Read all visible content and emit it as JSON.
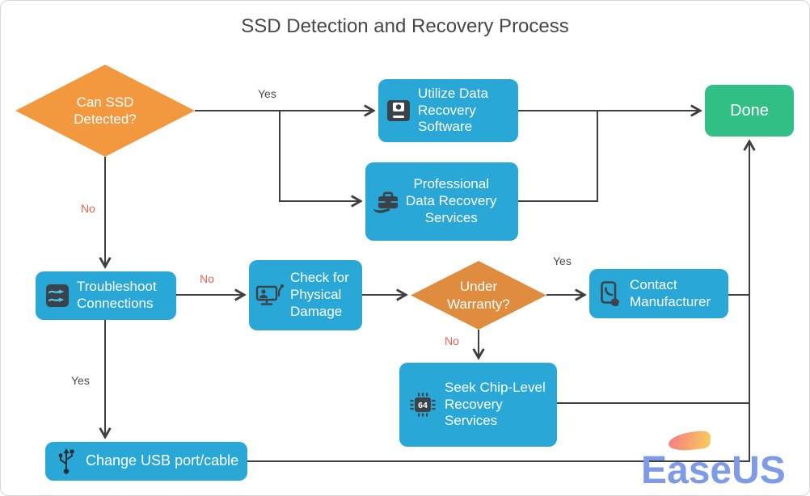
{
  "title": "SSD Detection and Recovery Process",
  "nodes": {
    "can_ssd_detected": {
      "lines": [
        "Can SSD",
        "Detected?"
      ]
    },
    "utilize": {
      "lines": [
        "Utilize Data",
        "Recovery",
        "Software"
      ]
    },
    "professional": {
      "lines": [
        "Professional",
        "Data Recovery",
        "Services"
      ]
    },
    "done": {
      "label": "Done"
    },
    "troubleshoot": {
      "lines": [
        "Troubleshoot",
        "Connections"
      ]
    },
    "check_damage": {
      "lines": [
        "Check for",
        "Physical",
        "Damage"
      ]
    },
    "under_warranty": {
      "lines": [
        "Under",
        "Warranty?"
      ]
    },
    "contact_manufacturer": {
      "lines": [
        "Contact",
        "Manufacturer"
      ]
    },
    "seek_chip": {
      "lines": [
        "Seek Chip-Level",
        "Recovery",
        "Services"
      ]
    },
    "change_usb": {
      "label": "Change USB port/cable"
    },
    "chip_icon_text": "64"
  },
  "edge_labels": {
    "detected_yes": "Yes",
    "detected_no": "No",
    "troubleshoot_no": "No",
    "troubleshoot_yes": "Yes",
    "warranty_yes": "Yes",
    "warranty_no": "No"
  },
  "logo": {
    "brand": "EaseUS"
  },
  "colors": {
    "process_blue": "#29a8d8",
    "decision_orange": "#f2993f",
    "decision_orange_dark": "#df8c3e",
    "terminal_green": "#32bf85",
    "connector_dark": "#3f3f3f",
    "no_label_red": "#f25f55",
    "yes_label_gray": "#4b4b4b",
    "icon_dark": "#3a424a",
    "logo_blue": "#7e9be8"
  }
}
